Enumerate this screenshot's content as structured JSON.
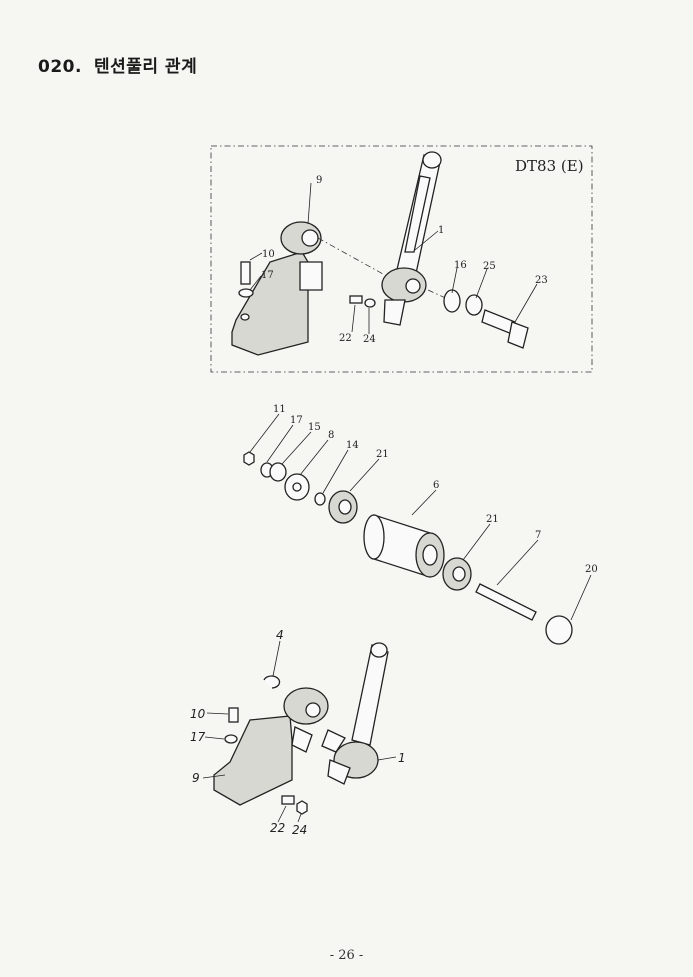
{
  "header": {
    "section_number": "020.",
    "section_title": "텐션풀리 관계"
  },
  "box": {
    "model_label": "DT83 (E)"
  },
  "callouts": {
    "top": [
      "9",
      "10",
      "17",
      "1",
      "16",
      "25",
      "23",
      "22",
      "24"
    ],
    "middle": [
      "11",
      "17",
      "15",
      "8",
      "14",
      "21",
      "6",
      "21",
      "7",
      "20"
    ],
    "bottom": [
      "4",
      "10",
      "17",
      "9",
      "1",
      "22",
      "24"
    ]
  },
  "footer": {
    "page_number": "- 26 -"
  }
}
